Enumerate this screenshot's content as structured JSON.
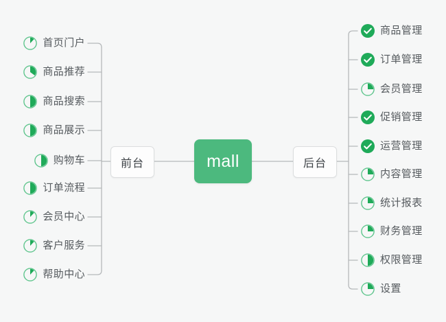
{
  "theme": {
    "background": "#f6f7f7",
    "accent": "#22a85b",
    "root_fill": "#4cb97e",
    "root_text": "#ffffff",
    "branch_fill": "#fdfdfd",
    "branch_border": "#dcdedf",
    "branch_text": "#3d4246",
    "leaf_text": "#555a5e",
    "connector": "#b5b8ba"
  },
  "root": {
    "label": "mall"
  },
  "branches": [
    {
      "id": "frontend",
      "label": "前台",
      "side": "left",
      "items": [
        {
          "label": "首页门户",
          "icon": "pie-progress-icon",
          "progress": 12,
          "status": "in-progress"
        },
        {
          "label": "商品推荐",
          "icon": "pie-progress-icon",
          "progress": 35,
          "status": "in-progress"
        },
        {
          "label": "商品搜索",
          "icon": "pie-progress-icon",
          "progress": 50,
          "status": "in-progress"
        },
        {
          "label": "商品展示",
          "icon": "pie-progress-icon",
          "progress": 50,
          "status": "in-progress"
        },
        {
          "label": "购物车",
          "icon": "pie-progress-icon",
          "progress": 50,
          "status": "in-progress"
        },
        {
          "label": "订单流程",
          "icon": "pie-progress-icon",
          "progress": 50,
          "status": "in-progress"
        },
        {
          "label": "会员中心",
          "icon": "pie-progress-icon",
          "progress": 12,
          "status": "in-progress"
        },
        {
          "label": "客户服务",
          "icon": "pie-progress-icon",
          "progress": 12,
          "status": "in-progress"
        },
        {
          "label": "帮助中心",
          "icon": "pie-progress-icon",
          "progress": 12,
          "status": "in-progress"
        }
      ]
    },
    {
      "id": "backend",
      "label": "后台",
      "side": "right",
      "items": [
        {
          "label": "商品管理",
          "icon": "check-circle-icon",
          "progress": 100,
          "status": "done"
        },
        {
          "label": "订单管理",
          "icon": "check-circle-icon",
          "progress": 100,
          "status": "done"
        },
        {
          "label": "会员管理",
          "icon": "pie-progress-icon",
          "progress": 25,
          "status": "in-progress"
        },
        {
          "label": "促销管理",
          "icon": "check-circle-icon",
          "progress": 100,
          "status": "done"
        },
        {
          "label": "运营管理",
          "icon": "check-circle-icon",
          "progress": 100,
          "status": "done"
        },
        {
          "label": "内容管理",
          "icon": "pie-progress-icon",
          "progress": 25,
          "status": "in-progress"
        },
        {
          "label": "统计报表",
          "icon": "pie-progress-icon",
          "progress": 25,
          "status": "in-progress"
        },
        {
          "label": "财务管理",
          "icon": "pie-progress-icon",
          "progress": 25,
          "status": "in-progress"
        },
        {
          "label": "权限管理",
          "icon": "pie-progress-icon",
          "progress": 50,
          "status": "in-progress"
        },
        {
          "label": "设置",
          "icon": "pie-progress-icon",
          "progress": 25,
          "status": "in-progress"
        }
      ]
    }
  ]
}
